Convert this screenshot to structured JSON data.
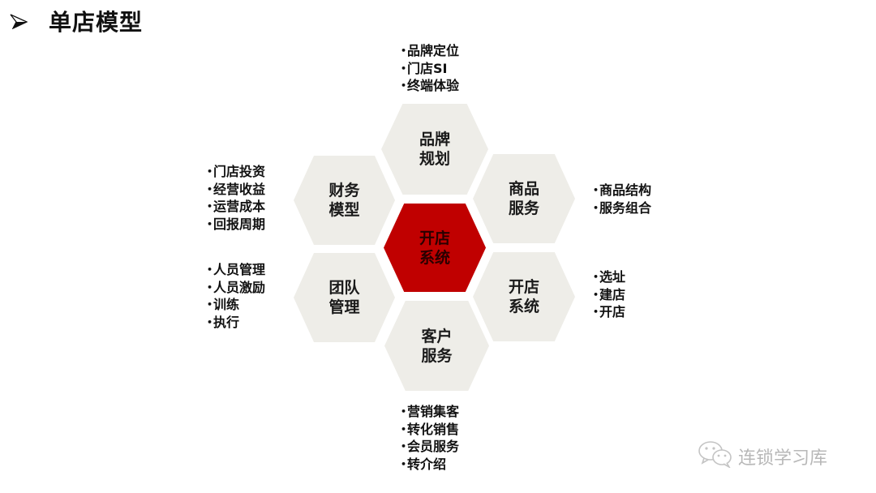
{
  "header": {
    "bullet_icon": "arrowhead-bullet-icon",
    "title": "单店模型"
  },
  "colors": {
    "center_hex": "#C00000",
    "outer_hex": "#EEEDE8",
    "text": "#111111",
    "watermark": "#B8B8B8"
  },
  "hexagons": {
    "center": {
      "line1": "开店",
      "line2": "系统"
    },
    "top": {
      "line1": "品牌",
      "line2": "规划"
    },
    "top_right": {
      "line1": "商品",
      "line2": "服务"
    },
    "bottom_right": {
      "line1": "开店",
      "line2": "系统"
    },
    "bottom": {
      "line1": "客户",
      "line2": "服务"
    },
    "bottom_left": {
      "line1": "团队",
      "line2": "管理"
    },
    "top_left": {
      "line1": "财务",
      "line2": "模型"
    }
  },
  "lists": {
    "top": [
      "品牌定位",
      "门店SI",
      "终端体验"
    ],
    "top_right": [
      "商品结构",
      "服务组合"
    ],
    "bottom_right": [
      "选址",
      "建店",
      "开店"
    ],
    "bottom": [
      "营销集客",
      "转化销售",
      "会员服务",
      "转介绍"
    ],
    "bottom_left": [
      "人员管理",
      "人员激励",
      "训练",
      "执行"
    ],
    "top_left": [
      "门店投资",
      "经营收益",
      "运营成本",
      "回报周期"
    ]
  },
  "watermark": {
    "icon": "wechat-icon",
    "text": "连锁学习库"
  }
}
